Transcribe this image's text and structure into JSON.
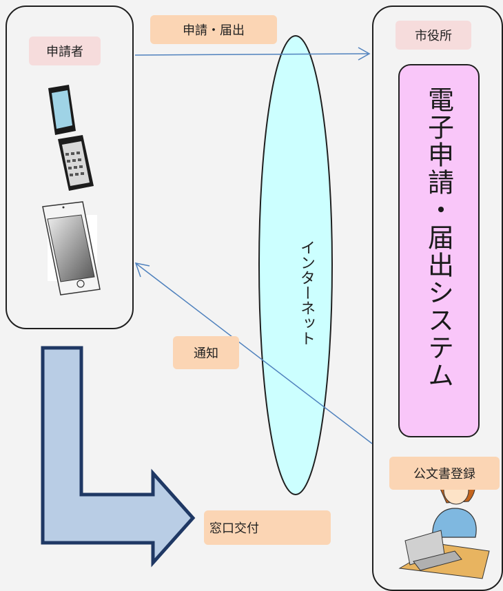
{
  "applicant": {
    "label": "申請者"
  },
  "city_office": {
    "label": "市役所"
  },
  "system": {
    "label": "電子申請・届出システム"
  },
  "internet": {
    "label": "インターネット"
  },
  "arrows": {
    "submit_label": "申請・届出",
    "notify_label": "通知"
  },
  "records": {
    "label": "公文書登録"
  },
  "counter": {
    "label": "窓口交付"
  },
  "colors": {
    "panel_border": "#1f1f1f",
    "ellipse_fill": "#ccffff",
    "system_fill": "#f9c6f9",
    "label_pink": "#f6dcdc",
    "label_peach": "#fbd5b4",
    "arrow_line": "#4f81bd",
    "big_arrow_fill": "#b9cde5",
    "big_arrow_stroke": "#1f3864"
  },
  "icons": [
    "flip-phone-icon",
    "smartphone-icon",
    "office-worker-icon"
  ]
}
